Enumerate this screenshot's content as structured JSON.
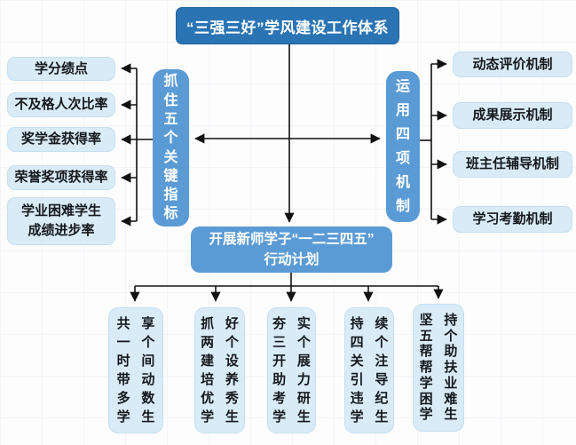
{
  "title_box": {
    "label": "“三强三好”学风建设工作体系"
  },
  "center_box": {
    "line1": "开展新师学子“一二三四五”",
    "line2": "行动计划"
  },
  "left_branch": {
    "category": "抓住五个关键指标",
    "items": [
      {
        "label": "学分绩点"
      },
      {
        "label": "不及格人次比率"
      },
      {
        "label": "奖学金获得率"
      },
      {
        "label": "荣誉奖项获得率"
      },
      {
        "label": "学业困难学生\n成绩进步率"
      }
    ]
  },
  "right_branch": {
    "category": "运用四项机制",
    "items": [
      {
        "label": "动态评价机制"
      },
      {
        "label": "成果展示机制"
      },
      {
        "label": "班主任辅导机制"
      },
      {
        "label": "学习考勤机制"
      }
    ]
  },
  "action_plan_boxes": [
    {
      "col_left": "共一时带多学",
      "col_right": "享个间动数生"
    },
    {
      "col_left": "抓两建培优学",
      "col_right": "好个设养秀生"
    },
    {
      "col_left": "夯三开助考学",
      "col_right": "实个展力研生"
    },
    {
      "col_left": "持四关引违学",
      "col_right": "续个注导纪生"
    },
    {
      "col_left": "坚五帮帮学困学",
      "col_right": "持个助扶业难生"
    }
  ],
  "colors": {
    "root_fill": "#2a74b4",
    "branch_fill": "#5b9bd5",
    "leaf_fill": "#d9ebf7",
    "connector_line": "#111111",
    "text_on_blue": "#ffffff",
    "leaf_text": "#15181d"
  }
}
